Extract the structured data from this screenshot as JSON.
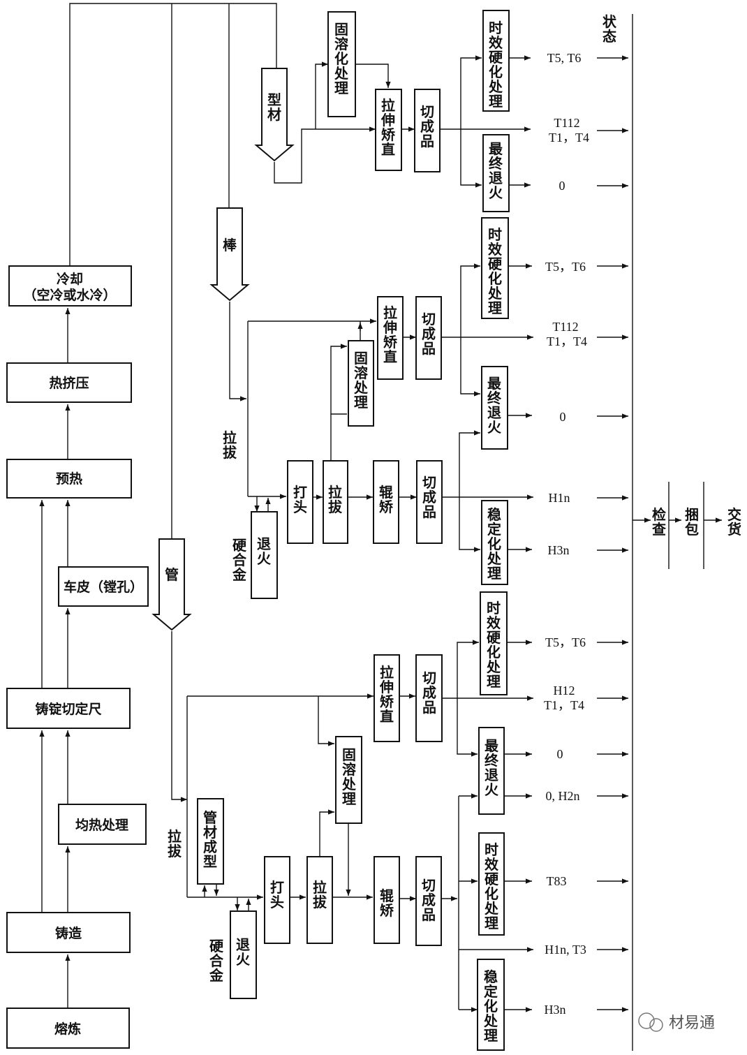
{
  "left_chain": {
    "melting": "熔炼",
    "casting": "铸造",
    "homogenizing": "均热处理",
    "ingot_cutting": "铸锭切定尺",
    "scalping": "车皮（镗孔）",
    "preheating": "预热",
    "hot_extrusion": "热挤压",
    "cooling_line1": "冷却",
    "cooling_line2": "（空冷或水冷）"
  },
  "products": {
    "profile": "型材",
    "bar": "棒",
    "tube": "管"
  },
  "labels": {
    "drawing_bar": "拉拔",
    "drawing_tube": "拉拔",
    "hard_alloy_bar": "硬合金",
    "hard_alloy_tube": "硬合金",
    "state_header": "状态"
  },
  "boxes": {
    "solution_treatment": "固溶化处理",
    "solution_short": "固溶处理",
    "stretch_straighten": "拉伸矫直",
    "cut_product": "切成品",
    "aging": "时效硬化处理",
    "final_anneal": "最终退火",
    "stabilizing": "稳定化处理",
    "annealing": "退火",
    "pointing": "打头",
    "drawing": "拉拔",
    "roller_straighten": "辊矫",
    "tube_forming": "管材成型"
  },
  "states": {
    "p_t5t6": "T5, T6",
    "p_t112": "T112",
    "p_t1t4": "T1，T4",
    "p_o": "0",
    "b_t5t6": "T5，T6",
    "b_t112": "T112",
    "b_t1t4": "T1，T4",
    "b_o": "0",
    "b_h1n": "H1n",
    "b_h3n": "H3n",
    "t_t5t6": "T5，T6",
    "t_h12": "H12",
    "t_t1t4": "T1，T4",
    "t_o": "0",
    "t_oh2n": "0, H2n",
    "t_t83": "T83",
    "t_h1nt3": "H1n, T3",
    "t_h3n": "H3n"
  },
  "final": {
    "inspection": "检查",
    "bundling": "捆包",
    "delivery": "交货"
  },
  "watermark": "材易通"
}
